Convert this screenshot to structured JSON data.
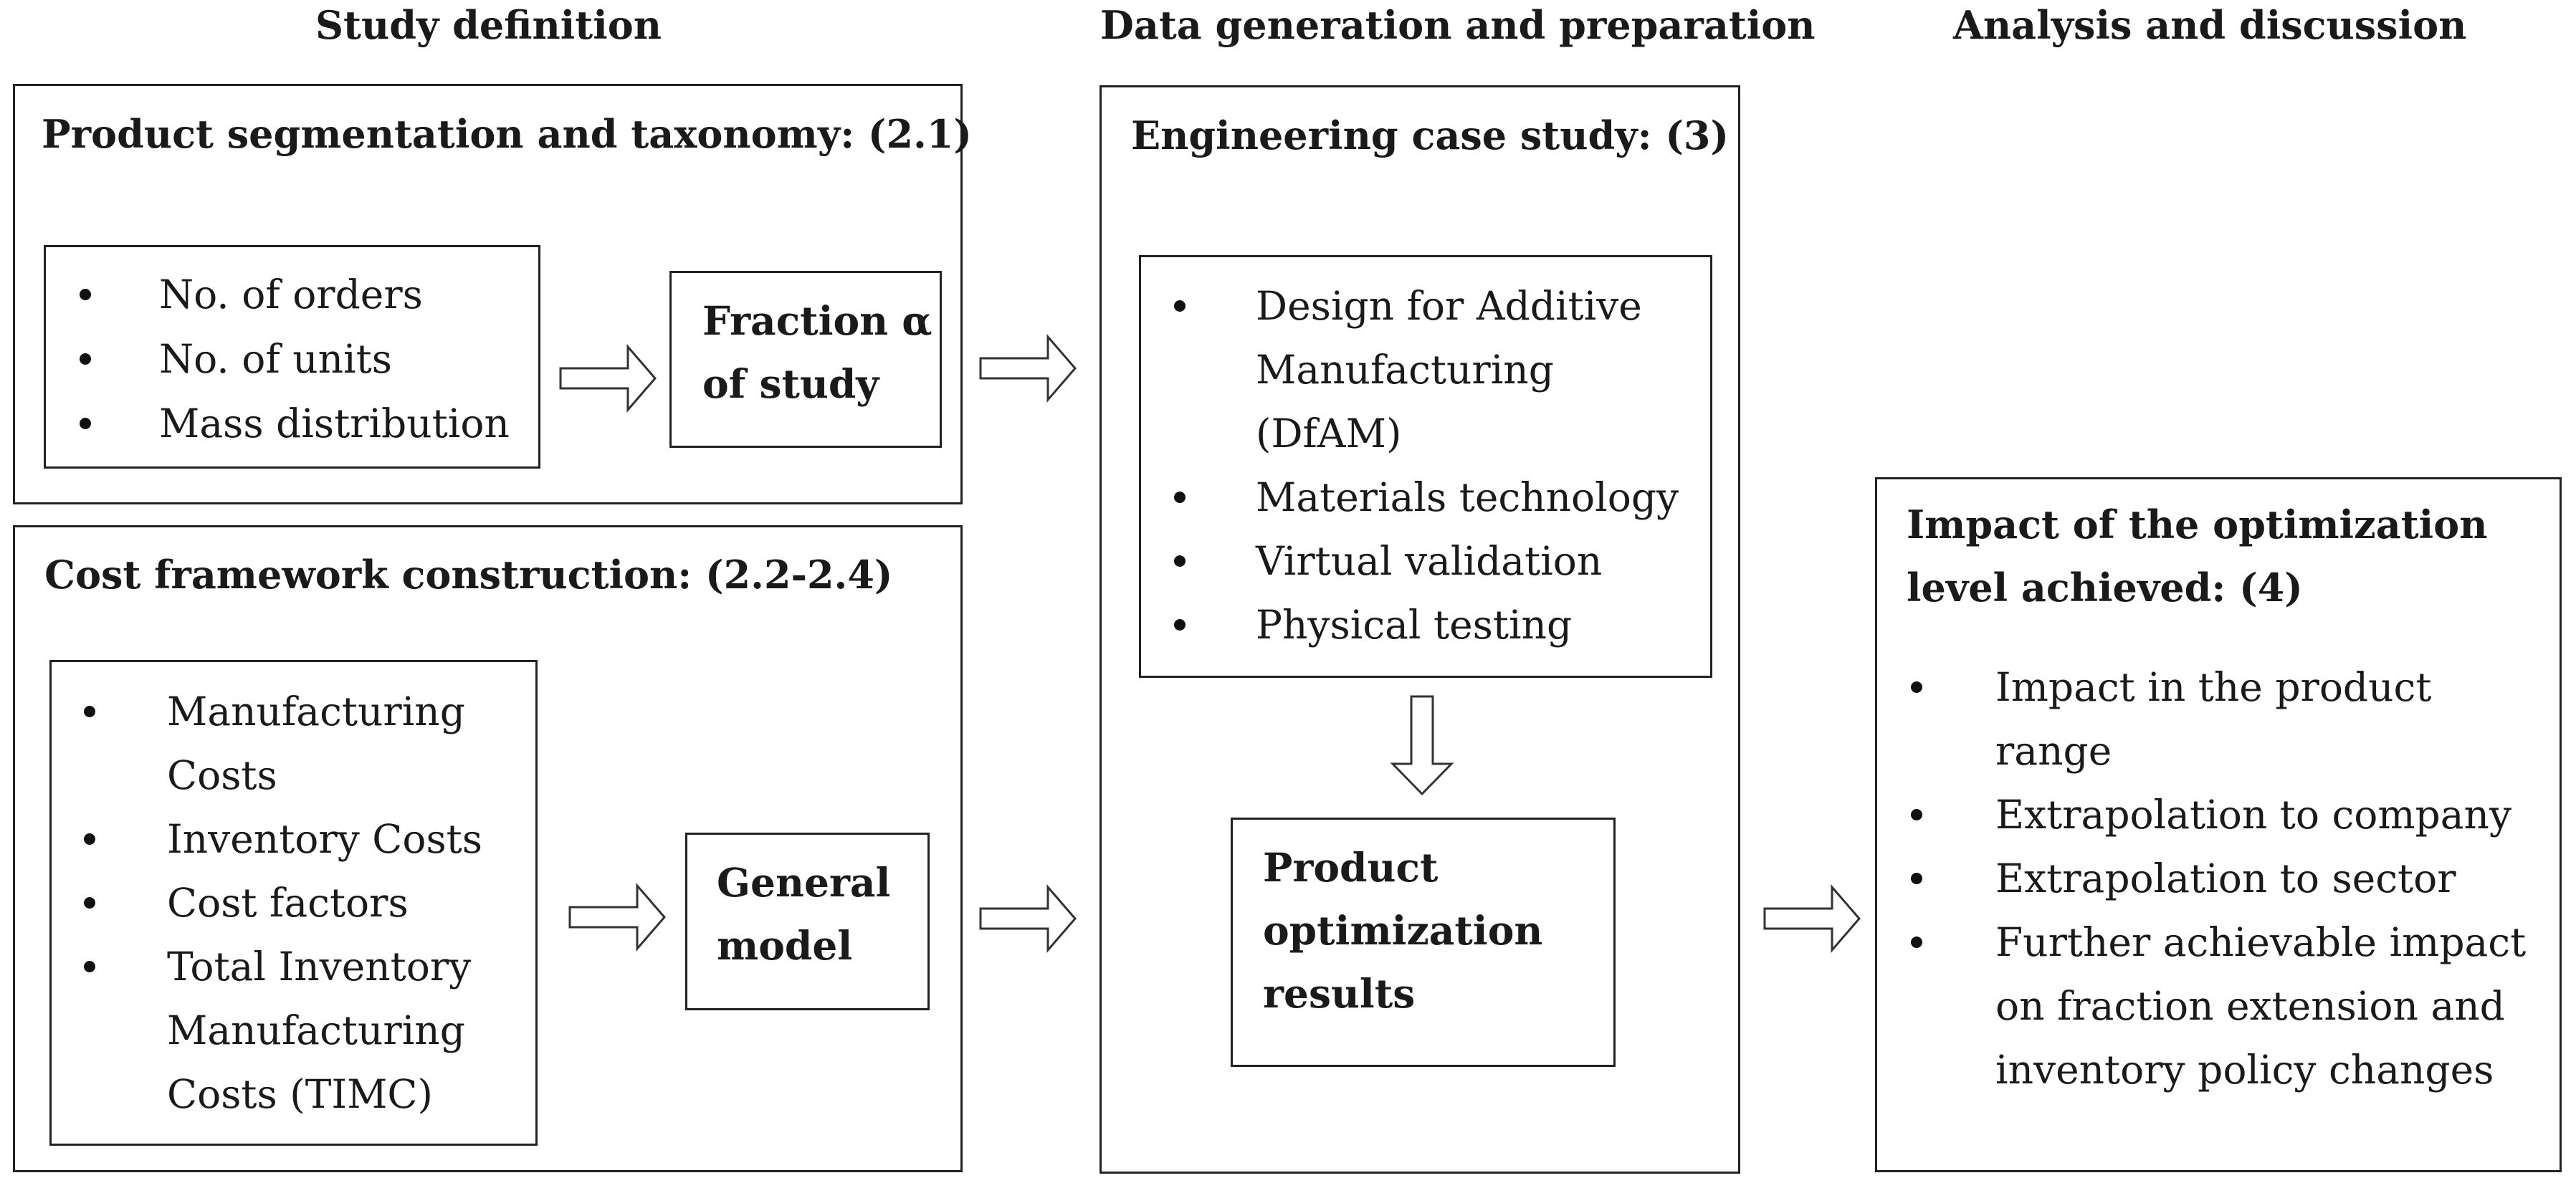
{
  "columns": {
    "col1": "Study definition",
    "col2": "Data generation and preparation",
    "col3": "Analysis and discussion"
  },
  "segmentation": {
    "title": "Product segmentation and taxonomy: (2.1)",
    "items": [
      "No. of orders",
      "No. of units",
      "Mass distribution"
    ],
    "fraction_line1": "Fraction α",
    "fraction_line2": "of study"
  },
  "cost": {
    "title": "Cost framework construction: (2.2-2.4)",
    "items": [
      "Manufacturing",
      "Costs",
      "Inventory Costs",
      "Cost factors",
      "Total Inventory",
      "Manufacturing",
      "Costs (TIMC)"
    ],
    "model_line1": "General",
    "model_line2": "model"
  },
  "case_study": {
    "title": "Engineering case study: (3)",
    "items": [
      "Design for Additive",
      "Manufacturing",
      "(DfAM)",
      "Materials technology",
      "Virtual validation",
      "Physical testing"
    ],
    "result_line1": "Product",
    "result_line2": "optimization",
    "result_line3": "results"
  },
  "impact": {
    "title_line1": "Impact of the optimization",
    "title_line2": "level achieved: (4)",
    "items": [
      "Impact in the product",
      "range",
      "Extrapolation to company",
      "Extrapolation to sector",
      "Further achievable impact",
      "on fraction extension and",
      "inventory policy changes"
    ]
  }
}
